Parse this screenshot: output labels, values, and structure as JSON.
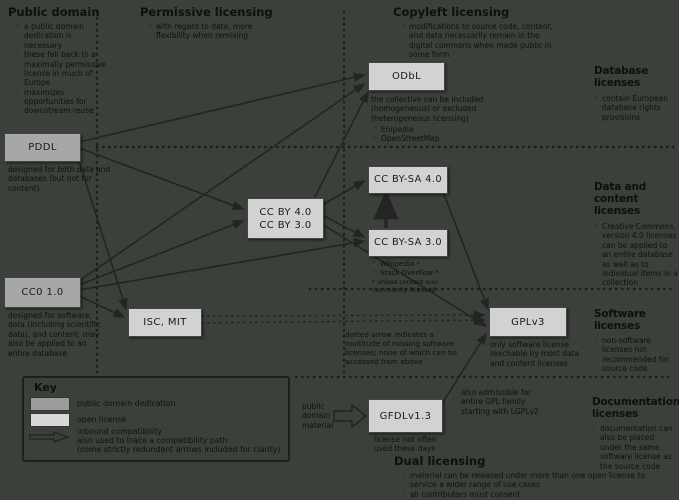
{
  "sections": {
    "public_domain": {
      "title": "Public domain",
      "bullets": [
        "a public domain dedication is necessary",
        "these fall back to a maximally permissive license in much of Europe",
        "maximizes opportunities for downstream reuse"
      ]
    },
    "permissive": {
      "title": "Permissive licensing",
      "bullets": [
        "with regard to data, more flexibility when remixing"
      ]
    },
    "copyleft": {
      "title": "Copyleft licensing",
      "bullets": [
        "modifications to source code, content, and data necessarily remain in the digital commons when made public in some form"
      ]
    },
    "database": {
      "title": "Database licenses",
      "bullets": [
        "contain European database rights provisions"
      ]
    },
    "data_content": {
      "title": "Data and content licenses",
      "bullets": [
        "Creative Commons, version 4.0 licenses can be applied to an entire database as well as to individual items in a collection"
      ]
    },
    "software": {
      "title": "Software licenses",
      "bullets": [
        "non-software licenses not recommended for source code"
      ]
    },
    "documentation": {
      "title": "Documentation licenses",
      "bullets": [
        "documentation can also be placed under the same software license as the source code"
      ]
    },
    "dual": {
      "title": "Dual licensing",
      "bullets": [
        "material can be released under more than one open license to service a wider range of use cases",
        "all contributors must consent"
      ]
    }
  },
  "boxes": {
    "pddl": {
      "label": "PDDL",
      "note": "designed for both data and databases (but not for content)"
    },
    "cc0": {
      "label": "CC0 1.0",
      "note": "designed for software, data (including scientific data), and content; may also be applied to an entire database"
    },
    "isc_mit": {
      "label": "ISC, MIT"
    },
    "ccby": {
      "line1": "CC BY 4.0",
      "line2": "CC BY 3.0"
    },
    "ccbysa4": {
      "label": "CC BY-SA 4.0"
    },
    "ccbysa3": {
      "label": "CC BY-SA 3.0",
      "examples": [
        "Wikipedia *",
        "Stack Overflow *"
      ],
      "footnote": "* unless content was community licensed"
    },
    "odbl": {
      "label": "ODbL",
      "note": "the collective can be included (homogeneous) or excluded (heterogeneous licensing)",
      "examples": [
        "Enipedia",
        "OpenStreetMap"
      ]
    },
    "gplv3": {
      "label": "GPLv3",
      "note": "only software license reachable by most data and content licenses"
    },
    "gfdl": {
      "label": "GFDLv1.3",
      "note": "license not often used these days",
      "source": "public domain material"
    }
  },
  "annotations": {
    "dotted_arrow": "dotted arrow indicates a multitude of missing software licenses; none of which can be accessed from above",
    "gpl_family": "also admissible for entire GPL family starting with LGPLv2"
  },
  "key": {
    "title": "Key",
    "public_domain_label": "public domain dedication",
    "open_license_label": "open license",
    "arrow_lines": [
      "inbound compatibility",
      "also used to trace a compatibility path",
      "(some strictly redundant arrows included for clarity)"
    ]
  },
  "colors": {
    "background": "#3b403b",
    "public_domain_fill": "#a7a7a7",
    "open_license_fill": "#d2d2d2",
    "arrow": "#242424"
  }
}
